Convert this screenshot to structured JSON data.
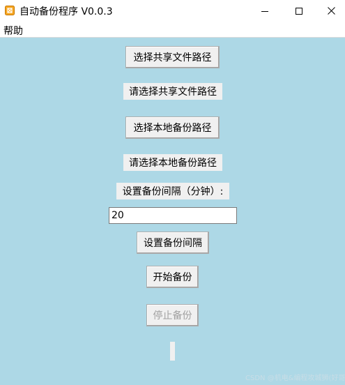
{
  "window": {
    "title": "自动备份程序 V0.0.3",
    "icon": "app-icon",
    "controls": [
      "minimize-icon",
      "maximize-icon",
      "close-icon"
    ]
  },
  "menu": {
    "items": [
      {
        "label": "帮助"
      }
    ]
  },
  "main": {
    "select_share_button": "选择共享文件路径",
    "share_path_label": "请选择共享文件路径",
    "select_local_button": "选择本地备份路径",
    "local_path_label": "请选择本地备份路径",
    "interval_label": "设置备份间隔（分钟）:",
    "interval_value": "20",
    "set_interval_button": "设置备份间隔",
    "start_button": "开始备份",
    "stop_button": "停止备份",
    "stop_button_enabled": false
  },
  "watermark": "CSDN @机电&编程攻城狮(好哥",
  "colors": {
    "background": "#add8e6",
    "button_face": "#f0f0f0",
    "disabled_text": "#a0a0a0"
  }
}
